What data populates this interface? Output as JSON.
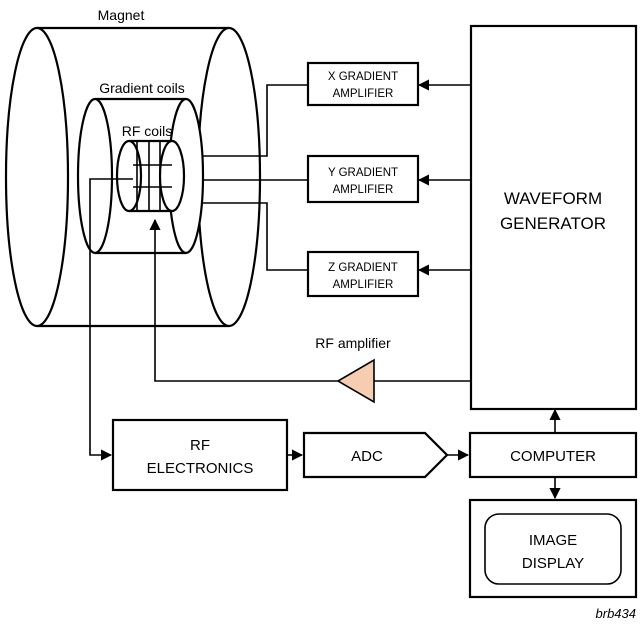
{
  "labels": {
    "magnet": "Magnet",
    "gradient_coils": "Gradient coils",
    "rf_coils": "RF coils",
    "rf_amplifier": "RF amplifier",
    "figure_id": "brb434"
  },
  "blocks": {
    "x_gradient_amplifier": [
      "X GRADIENT",
      "AMPLIFIER"
    ],
    "y_gradient_amplifier": [
      "Y GRADIENT",
      "AMPLIFIER"
    ],
    "z_gradient_amplifier": [
      "Z GRADIENT",
      "AMPLIFIER"
    ],
    "waveform_generator": [
      "WAVEFORM",
      "GENERATOR"
    ],
    "rf_electronics": [
      "RF",
      "ELECTRONICS"
    ],
    "adc": "ADC",
    "computer": "COMPUTER",
    "image_display": [
      "IMAGE",
      "DISPLAY"
    ]
  },
  "colors": {
    "rf_amplifier_fill": "#f6cdb0",
    "line": "#000000",
    "background": "#ffffff"
  }
}
